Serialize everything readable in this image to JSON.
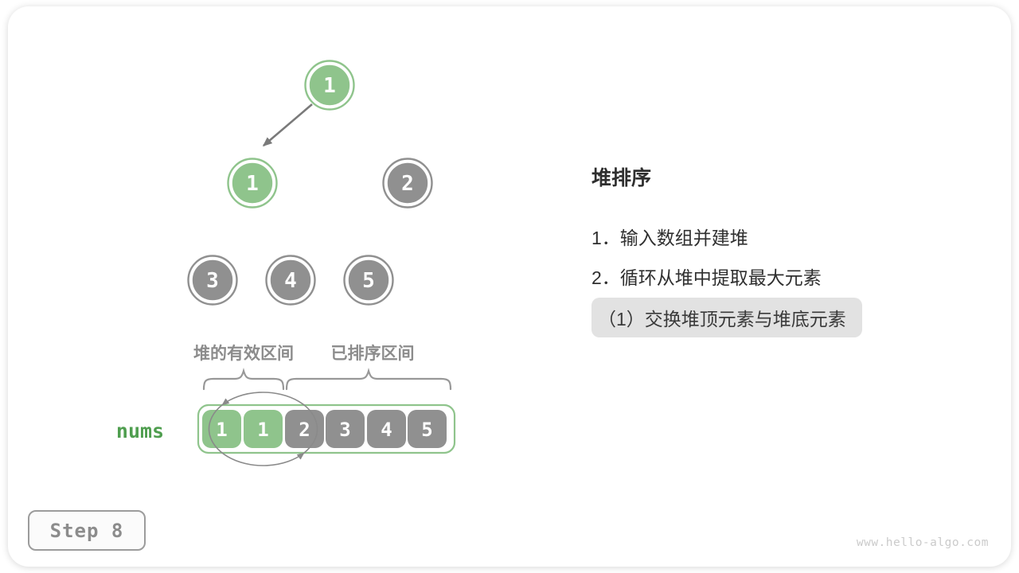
{
  "slide": {
    "step_badge": "Step 8",
    "watermark": "www.hello-algo.com"
  },
  "panel": {
    "title": "堆排序",
    "items": [
      {
        "label": "1．输入数组并建堆"
      },
      {
        "label": "2．循环从堆中提取最大元素"
      }
    ],
    "active_substep": "（1）交换堆顶元素与堆底元素"
  },
  "tree": {
    "nodes": [
      {
        "value": "1",
        "state": "heap"
      },
      {
        "value": "1",
        "state": "heap"
      },
      {
        "value": "2",
        "state": "sorted"
      },
      {
        "value": "3",
        "state": "sorted"
      },
      {
        "value": "4",
        "state": "sorted"
      },
      {
        "value": "5",
        "state": "sorted"
      }
    ]
  },
  "array": {
    "name_label": "nums",
    "cells": [
      {
        "value": "1",
        "state": "heap"
      },
      {
        "value": "1",
        "state": "heap"
      },
      {
        "value": "2",
        "state": "sorted"
      },
      {
        "value": "3",
        "state": "sorted"
      },
      {
        "value": "4",
        "state": "sorted"
      },
      {
        "value": "5",
        "state": "sorted"
      }
    ],
    "ranges": [
      {
        "label": "堆的有效区间"
      },
      {
        "label": "已排序区间"
      }
    ]
  },
  "colors": {
    "green": "#8fc48c",
    "green-dark": "#4f9e4f",
    "gray-node": "#909090",
    "arrow": "#7a7a7a",
    "brace": "#989898",
    "ellipse": "#8a8a8a",
    "label-gray": "#8c8c8c",
    "text-dark": "#2f2f2f",
    "highlight-bg": "#e2e2e2",
    "step-border": "#9c9c9c",
    "step-text": "#8c8c8c",
    "footer-gray": "#cbcbcb"
  }
}
